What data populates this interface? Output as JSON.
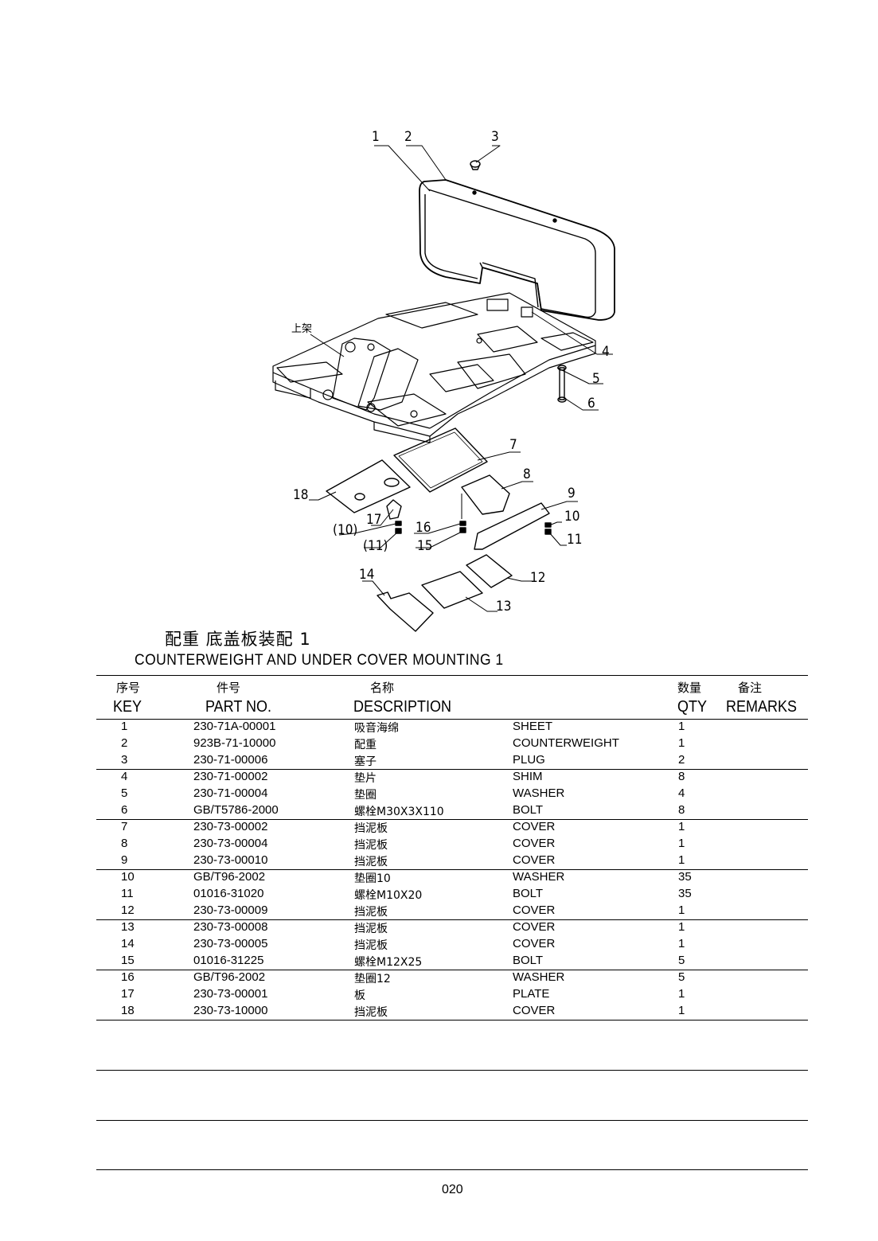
{
  "diagram": {
    "callouts": [
      "1",
      "2",
      "3",
      "4",
      "5",
      "6",
      "7",
      "8",
      "9",
      "10",
      "11",
      "12",
      "13",
      "14",
      "15",
      "16",
      "17",
      "18",
      "(10)",
      "(11)"
    ],
    "frame_label": "上架"
  },
  "title": {
    "cn": "配重 底盖板装配 1",
    "en": "COUNTERWEIGHT AND UNDER COVER MOUNTING 1"
  },
  "table": {
    "headers_cn": {
      "key": "序号",
      "part": "件号",
      "desc": "名称",
      "qty": "数量",
      "remarks": "备注"
    },
    "headers_en": {
      "key": "KEY",
      "part": "PART NO.",
      "desc": "DESCRIPTION",
      "qty": "QTY",
      "remarks": "REMARKS"
    },
    "rows": [
      {
        "key": "1",
        "part": "230-71A-00001",
        "cn": "吸音海绵",
        "en": "SHEET",
        "qty": "1"
      },
      {
        "key": "2",
        "part": "923B-71-10000",
        "cn": "配重",
        "en": "COUNTERWEIGHT",
        "qty": "1"
      },
      {
        "key": "3",
        "part": "230-71-00006",
        "cn": "塞子",
        "en": "PLUG",
        "qty": "2"
      },
      {
        "key": "4",
        "part": "230-71-00002",
        "cn": "垫片",
        "en": "SHIM",
        "qty": "8"
      },
      {
        "key": "5",
        "part": "230-71-00004",
        "cn": "垫圈",
        "en": "WASHER",
        "qty": "4"
      },
      {
        "key": "6",
        "part": "GB/T5786-2000",
        "cn": "螺栓M30X3X110",
        "en": "BOLT",
        "qty": "8"
      },
      {
        "key": "7",
        "part": "230-73-00002",
        "cn": "挡泥板",
        "en": "COVER",
        "qty": "1"
      },
      {
        "key": "8",
        "part": "230-73-00004",
        "cn": "挡泥板",
        "en": "COVER",
        "qty": "1"
      },
      {
        "key": "9",
        "part": "230-73-00010",
        "cn": "挡泥板",
        "en": "COVER",
        "qty": "1"
      },
      {
        "key": "10",
        "part": "GB/T96-2002",
        "cn": "垫圈10",
        "en": "WASHER",
        "qty": "35"
      },
      {
        "key": "11",
        "part": "01016-31020",
        "cn": "螺栓M10X20",
        "en": "BOLT",
        "qty": "35"
      },
      {
        "key": "12",
        "part": "230-73-00009",
        "cn": "挡泥板",
        "en": "COVER",
        "qty": "1"
      },
      {
        "key": "13",
        "part": "230-73-00008",
        "cn": "挡泥板",
        "en": "COVER",
        "qty": "1"
      },
      {
        "key": "14",
        "part": "230-73-00005",
        "cn": "挡泥板",
        "en": "COVER",
        "qty": "1"
      },
      {
        "key": "15",
        "part": "01016-31225",
        "cn": "螺栓M12X25",
        "en": "BOLT",
        "qty": "5"
      },
      {
        "key": "16",
        "part": "GB/T96-2002",
        "cn": "垫圈12",
        "en": "WASHER",
        "qty": "5"
      },
      {
        "key": "17",
        "part": "230-73-00001",
        "cn": "板",
        "en": "PLATE",
        "qty": "1"
      },
      {
        "key": "18",
        "part": "230-73-10000",
        "cn": "挡泥板",
        "en": "COVER",
        "qty": "1"
      }
    ]
  },
  "page_number": "020"
}
